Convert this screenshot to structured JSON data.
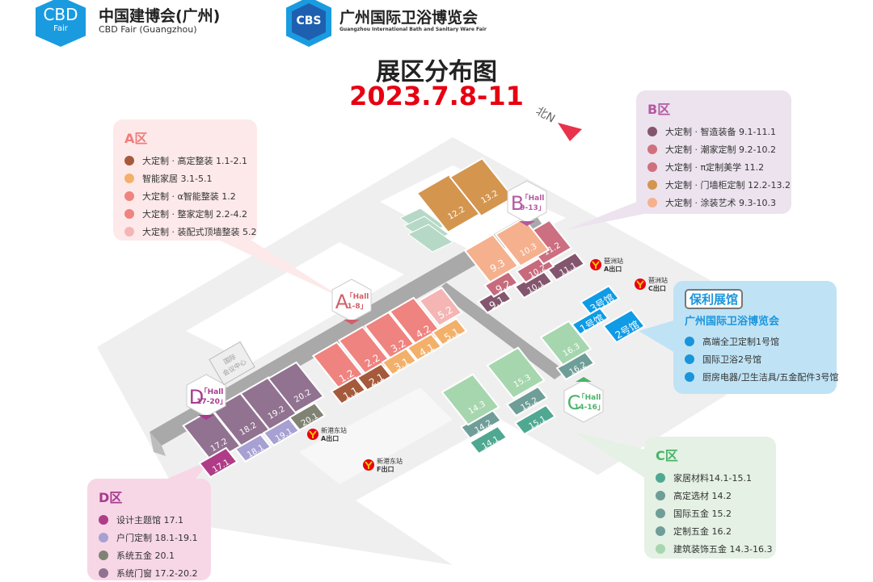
{
  "header": {
    "cbd_logo": {
      "mark": "CBD",
      "sub": "Fair",
      "title": "中国建博会(广州)",
      "subtitle": "CBD Fair (Guangzhou)",
      "color": "#1a9be0"
    },
    "cbs_logo": {
      "mark": "CBS",
      "title": "广州国际卫浴博览会",
      "subtitle": "Guangzhou International Bath and Sanitary Ware Fair",
      "color": "#1f5fb0"
    },
    "title": "展区分布图",
    "date": "2023.7.8-11"
  },
  "compass": {
    "label": "北N",
    "arrow_color": "#e8334a"
  },
  "zones": {
    "A": {
      "title": "A区",
      "title_color": "#f07c7c",
      "bg": "#fde9e9",
      "items": [
        {
          "color": "#a55a3c",
          "label": "大定制 · 高定整装 1.1-2.1"
        },
        {
          "color": "#f3b06a",
          "label": "智能家居 3.1-5.1"
        },
        {
          "color": "#ef837f",
          "label": "大定制 · α智能整装 1.2"
        },
        {
          "color": "#ef837f",
          "label": "大定制 · 整家定制 2.2-4.2"
        },
        {
          "color": "#f5b5b5",
          "label": "大定制 · 装配式顶墙整装 5.2"
        }
      ]
    },
    "B": {
      "title": "B区",
      "title_color": "#b45aa0",
      "bg": "#ece3ef",
      "items": [
        {
          "color": "#83566e",
          "label": "大定制 · 智造装备 9.1-11.1"
        },
        {
          "color": "#d0707f",
          "label": "大定制 · 潮家定制 9.2-10.2"
        },
        {
          "color": "#d0707f",
          "label": "大定制 · π定制美学 11.2"
        },
        {
          "color": "#d4954f",
          "label": "大定制 · 门墙柜定制 12.2-13.2"
        },
        {
          "color": "#f5b08e",
          "label": "大定制 · 涂装艺术 9.3-10.3"
        }
      ]
    },
    "C": {
      "title": "C区",
      "title_color": "#4bb36a",
      "bg": "#e4f1e4",
      "items": [
        {
          "color": "#4fa891",
          "label": "家居材料14.1-15.1"
        },
        {
          "color": "#6f9d98",
          "label": "高定选材 14.2"
        },
        {
          "color": "#6f9d98",
          "label": "国际五金 15.2"
        },
        {
          "color": "#6f9d98",
          "label": "定制五金 16.2"
        },
        {
          "color": "#a6d6ad",
          "label": "建筑装饰五金 14.3-16.3"
        }
      ]
    },
    "D": {
      "title": "D区",
      "title_color": "#a83a8e",
      "bg": "#f7d7e6",
      "items": [
        {
          "color": "#b03c88",
          "label": "设计主题馆 17.1"
        },
        {
          "color": "#a7a0d2",
          "label": "户门定制 18.1-19.1"
        },
        {
          "color": "#808373",
          "label": "系统五金 20.1"
        },
        {
          "color": "#917290",
          "label": "系统门窗 17.2-20.2"
        }
      ]
    },
    "poly": {
      "badge": "保利展馆",
      "title": "广州国际卫浴博览会",
      "bg": "#bfe3f5",
      "accent": "#1a95dc",
      "items": [
        {
          "color": "#1a95dc",
          "label": "高端全卫定制1号馆"
        },
        {
          "color": "#1a95dc",
          "label": "国际卫浴2号馆"
        },
        {
          "color": "#1a95dc",
          "label": "厨房电器/卫生洁具/五金配件3号馆"
        }
      ]
    }
  },
  "hall_markers": [
    {
      "letter": "A",
      "line1": "「Hall",
      "line2": "1-8」",
      "color": "#d0606a"
    },
    {
      "letter": "B",
      "line1": "「Hall",
      "line2": "9-13」",
      "color": "#b45aa0"
    },
    {
      "letter": "C",
      "line1": "「Hall",
      "line2": "14-16」",
      "color": "#4bb36a"
    },
    {
      "letter": "D",
      "line1": "「Hall",
      "line2": "17-20」",
      "color": "#a83a8e"
    }
  ],
  "halls": [
    {
      "label": "1.2",
      "color": "#ef837f"
    },
    {
      "label": "2.2",
      "color": "#ef837f"
    },
    {
      "label": "3.2",
      "color": "#ef837f"
    },
    {
      "label": "4.2",
      "color": "#ef837f"
    },
    {
      "label": "5.2",
      "color": "#f5b5b5"
    },
    {
      "label": "1.1",
      "color": "#a55a3c"
    },
    {
      "label": "2.1",
      "color": "#a55a3c"
    },
    {
      "label": "3.1",
      "color": "#f3b06a"
    },
    {
      "label": "4.1",
      "color": "#f3b06a"
    },
    {
      "label": "5.1",
      "color": "#f3b06a"
    },
    {
      "label": "17.2",
      "color": "#917290"
    },
    {
      "label": "18.2",
      "color": "#917290"
    },
    {
      "label": "19.2",
      "color": "#917290"
    },
    {
      "label": "20.2",
      "color": "#917290"
    },
    {
      "label": "17.1",
      "color": "#b03c88"
    },
    {
      "label": "18.1",
      "color": "#a7a0d2"
    },
    {
      "label": "19.1",
      "color": "#a7a0d2"
    },
    {
      "label": "20.1",
      "color": "#808373"
    },
    {
      "label": "12.2",
      "color": "#d4954f"
    },
    {
      "label": "13.2",
      "color": "#d4954f"
    },
    {
      "label": "9.1",
      "color": "#83566e"
    },
    {
      "label": "10.1",
      "color": "#83566e"
    },
    {
      "label": "11.1",
      "color": "#83566e"
    },
    {
      "label": "9.2",
      "color": "#c66a7c"
    },
    {
      "label": "10.2",
      "color": "#c66a7c"
    },
    {
      "label": "11.2",
      "color": "#cc6f80"
    },
    {
      "label": "9.3",
      "color": "#f5b08e"
    },
    {
      "label": "10.3",
      "color": "#f5b08e"
    },
    {
      "label": "14.1",
      "color": "#4fa891"
    },
    {
      "label": "14.2",
      "color": "#6f9d98"
    },
    {
      "label": "14.3",
      "color": "#a6d6ad"
    },
    {
      "label": "15.1",
      "color": "#4fa891"
    },
    {
      "label": "15.2",
      "color": "#6f9d98"
    },
    {
      "label": "15.3",
      "color": "#a6d6ad"
    },
    {
      "label": "16.2",
      "color": "#6f9d98"
    },
    {
      "label": "16.3",
      "color": "#a6d6ad"
    },
    {
      "label": "3号馆",
      "color": "#0f9be5"
    },
    {
      "label": "1号馆",
      "color": "#0f9be5"
    },
    {
      "label": "2号馆",
      "color": "#0f9be5"
    }
  ],
  "stations": [
    {
      "name": "琶洲站",
      "exit": "A出口"
    },
    {
      "name": "琶洲站",
      "exit": "C出口"
    },
    {
      "name": "新港东站",
      "exit": "A出口"
    },
    {
      "name": "新港东站",
      "exit": "F出口"
    }
  ],
  "metro_color": "#e60012",
  "conference_center": {
    "line1": "国际",
    "line2": "会议中心"
  }
}
